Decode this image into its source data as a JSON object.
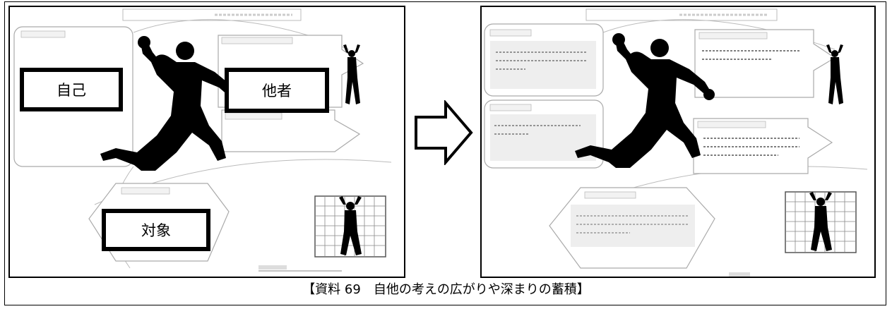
{
  "labels": {
    "self": "自己",
    "other": "他者",
    "object": "対象"
  },
  "caption": "【資料 69　自他の考えの広がりや深まりの蓄積】",
  "icons": {
    "arrow": "right-arrow-icon",
    "handball_player": "handball-player-silhouette",
    "goalkeeper": "goalkeeper-silhouette",
    "goal": "handball-goal"
  }
}
